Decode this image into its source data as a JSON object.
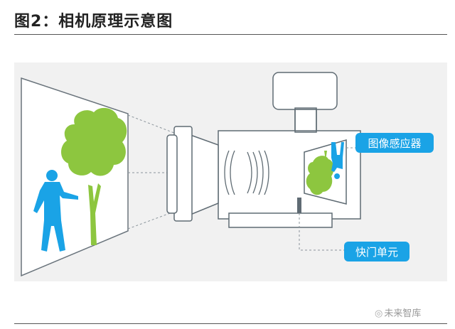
{
  "title": "图2：相机原理示意图",
  "labels": {
    "sensor": "图像感应器",
    "shutter": "快门单元"
  },
  "colors": {
    "label_bg": "#1aa3e6",
    "tree_green": "#8dc63f",
    "person_blue": "#1aa3e6",
    "line": "#5f6b73"
  },
  "watermark": "未来智库",
  "watermark_icon": "weibo-icon"
}
